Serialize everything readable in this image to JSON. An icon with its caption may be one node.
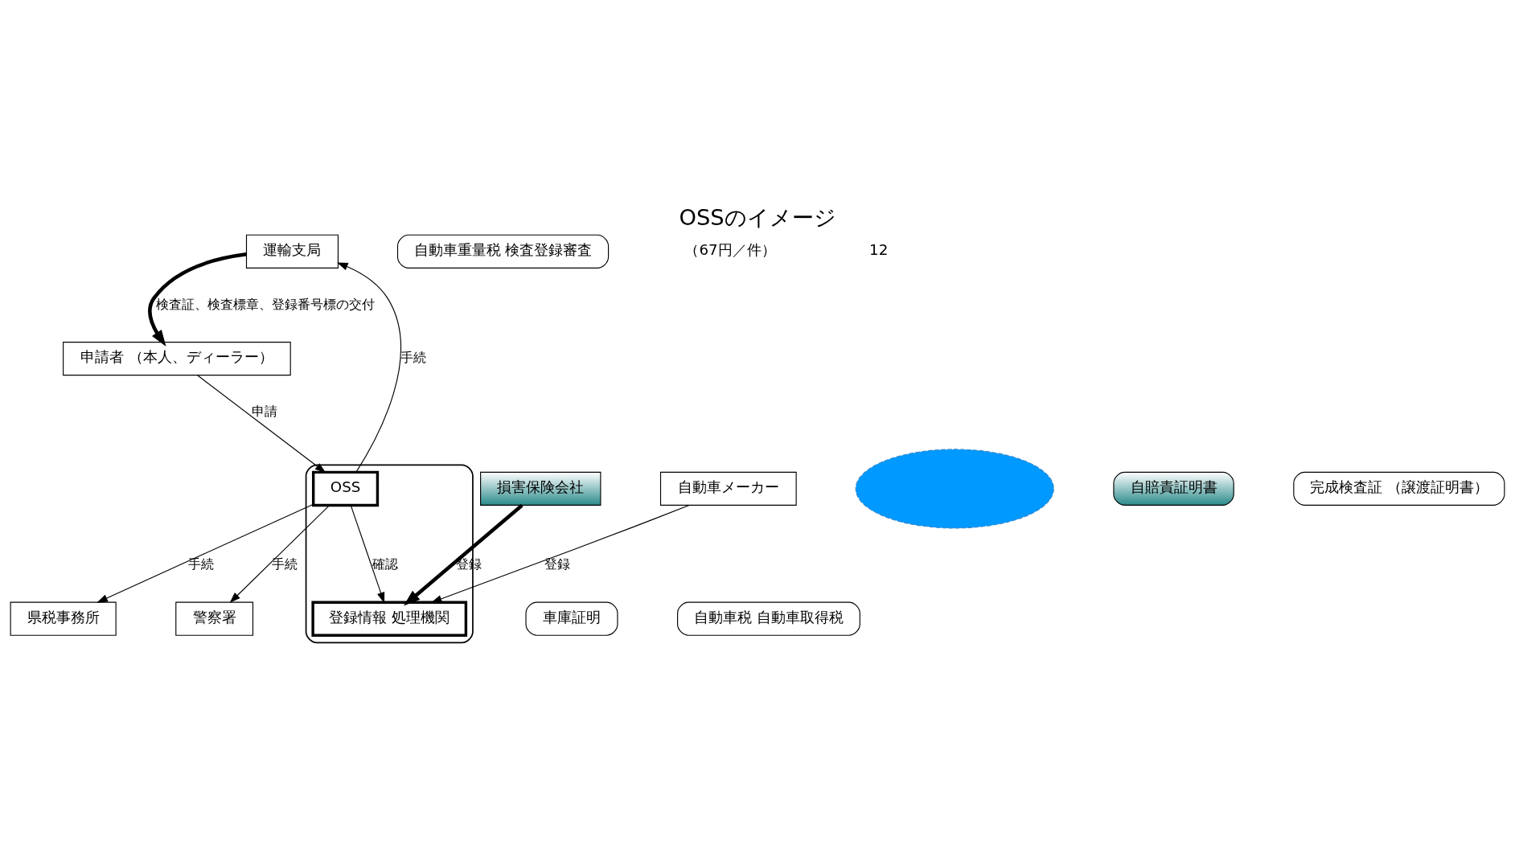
{
  "diagram": {
    "title": "OSSのイメージ",
    "nodes": [
      {
        "text": [
          "運輸支局"
        ]
      },
      {
        "text": [
          "自動車重量税 検査登録審査"
        ]
      },
      {
        "text": [
          "申請者 （本人、ディーラー）"
        ]
      },
      {
        "text": [],
        "shape": "box"
      },
      {
        "text": [
          "OSS"
        ],
        "in": 3
      },
      {
        "text": [
          "登録情報 処理機関"
        ],
        "in": 3
      },
      {
        "text": [],
        "shape": "ellipse"
      },
      {
        "text": [
          "損害保険会社"
        ]
      },
      {
        "text": [
          "自賠責証明書"
        ]
      },
      {
        "text": [
          "警察署"
        ]
      },
      {
        "text": [
          "車庫証明"
        ]
      },
      {
        "text": [
          "県税事務所"
        ]
      },
      {
        "text": [
          "自動車税 自動車取得税"
        ]
      },
      {
        "text": [
          "自動車メーカー"
        ]
      },
      {
        "text": [
          "完成検査証 （譲渡証明書）"
        ]
      }
    ],
    "edges": [
      {
        "from": 0,
        "to": 2,
        "arrow": "to",
        "label": "検査証、検査標章、登録番号標の交付",
        "style": "thick"
      },
      {
        "from": 4,
        "to": 0,
        "arrow": "to",
        "label": "手続"
      },
      {
        "from": 2,
        "to": 4,
        "arrow": "to",
        "label": "申請"
      },
      {
        "from": 4,
        "to": 9,
        "arrow": "to",
        "label": "手続"
      },
      {
        "from": 4,
        "to": 11,
        "arrow": "to",
        "label": "手続"
      },
      {
        "from": 4,
        "to": 5,
        "arrow": "to",
        "label": "確認"
      },
      {
        "from": 7,
        "to": 5,
        "arrow": "to",
        "label": "登録",
        "style": "thick"
      },
      {
        "from": 13,
        "to": 5,
        "arrow": "to",
        "label": "登録"
      }
    ],
    "labels": [
      "（67円／件）",
      "12"
    ]
  }
}
